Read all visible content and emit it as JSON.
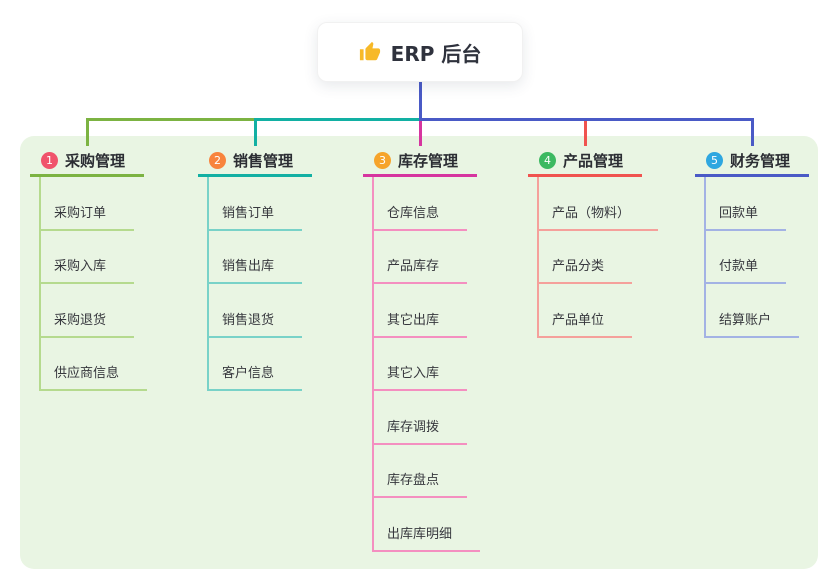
{
  "root": {
    "title": "ERP 后台",
    "icon": "thumbs-up-icon",
    "icon_color": "#f7b928"
  },
  "colors": {
    "canvas_bg": "#ffffff",
    "panel_bg": "#e9f5e3",
    "root_link": "#4a5ac6"
  },
  "branches": [
    {
      "num": "1",
      "label": "采购管理",
      "badge_color": "#f0536b",
      "line_color": "#7cb342",
      "child_line_color": "#b5da8e",
      "children": [
        "采购订单",
        "采购入库",
        "采购退货",
        "供应商信息"
      ]
    },
    {
      "num": "2",
      "label": "销售管理",
      "badge_color": "#f8843d",
      "line_color": "#12b0a3",
      "child_line_color": "#79d2c8",
      "children": [
        "销售订单",
        "销售出库",
        "销售退货",
        "客户信息"
      ]
    },
    {
      "num": "3",
      "label": "库存管理",
      "badge_color": "#f6a42b",
      "line_color": "#d6359f",
      "child_line_color": "#f48fc0",
      "children": [
        "仓库信息",
        "产品库存",
        "其它出库",
        "其它入库",
        "库存调拨",
        "库存盘点",
        "出库库明细"
      ]
    },
    {
      "num": "4",
      "label": "产品管理",
      "badge_color": "#3cb961",
      "line_color": "#f0534f",
      "child_line_color": "#f5a09b",
      "children": [
        "产品（物料）",
        "产品分类",
        "产品单位"
      ]
    },
    {
      "num": "5",
      "label": "财务管理",
      "badge_color": "#2fa7e0",
      "line_color": "#4a5ac6",
      "child_line_color": "#a3b2e4",
      "children": [
        "回款单",
        "付款单",
        "结算账户"
      ]
    }
  ]
}
